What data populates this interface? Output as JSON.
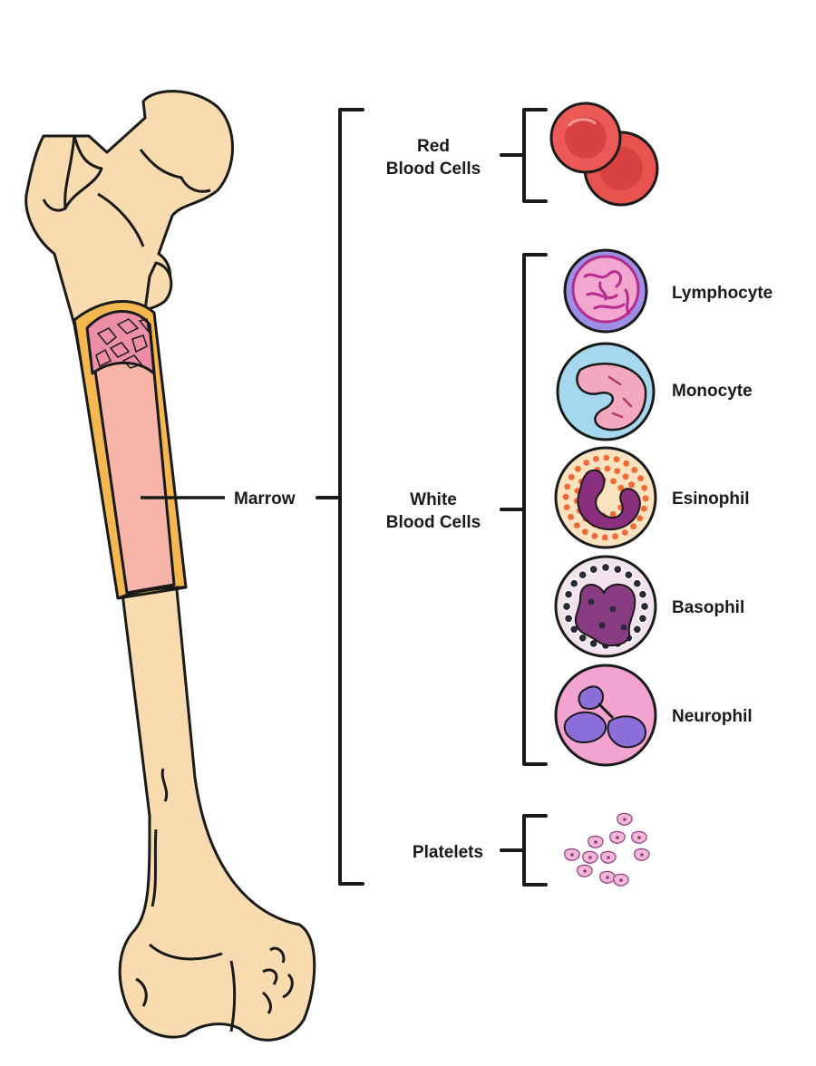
{
  "labels": {
    "marrow": "Marrow",
    "red_line1": "Red",
    "red_line2": "Blood Cells",
    "white_line1": "White",
    "white_line2": "Blood Cells",
    "platelets": "Platelets"
  },
  "white_cells": [
    "Lymphocyte",
    "Monocyte",
    "Esinophil",
    "Basophil",
    "Neurophil"
  ],
  "colors": {
    "bone": "#f8dcb0",
    "outline": "#1a1a1a",
    "marrow": "#f7b5aa",
    "cortex": "#f5b850",
    "spongy": "#ec8fa6",
    "rbc": "#e8524f",
    "lymphocyte": "#9d8ee6",
    "monocyte": "#a5d8ee",
    "esinophil": "#fbe3c0",
    "basophil": "#f1e2ec",
    "neurophil": "#f2a3cf"
  },
  "icons": [
    "femur-bone-illustration",
    "red-blood-cell-icon",
    "lymphocyte-icon",
    "monocyte-icon",
    "esinophil-icon",
    "basophil-icon",
    "neurophil-icon",
    "platelet-icon"
  ]
}
